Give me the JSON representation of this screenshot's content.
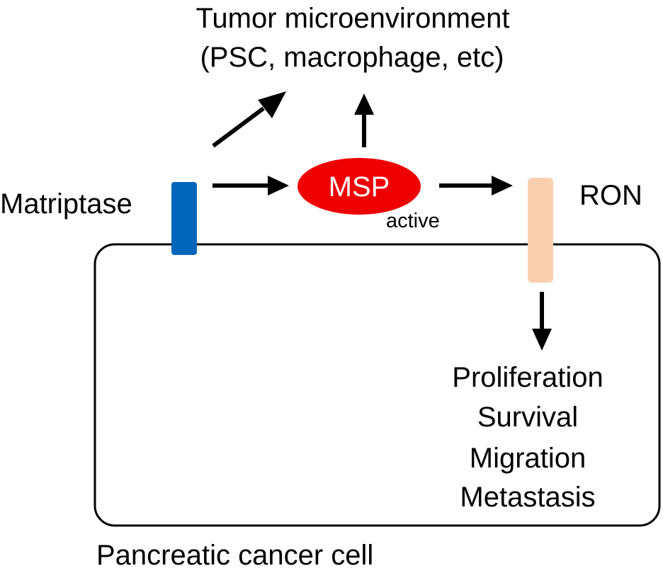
{
  "top_label": {
    "line1": "Tumor microenvironment",
    "line2": "(PSC, macrophage, etc)"
  },
  "matriptase_label": "Matriptase",
  "msp": {
    "label": "MSP",
    "subscript": "active"
  },
  "ron_label": "RON",
  "outcomes": [
    "Proliferation",
    "Survival",
    "Migration",
    "Metastasis"
  ],
  "cell_label": "Pancreatic cancer cell",
  "colors": {
    "matriptase": "#0066bb",
    "msp": "#ee0000",
    "ron": "#f8d0b0",
    "arrows": "#000000",
    "cell_border": "#000000"
  }
}
